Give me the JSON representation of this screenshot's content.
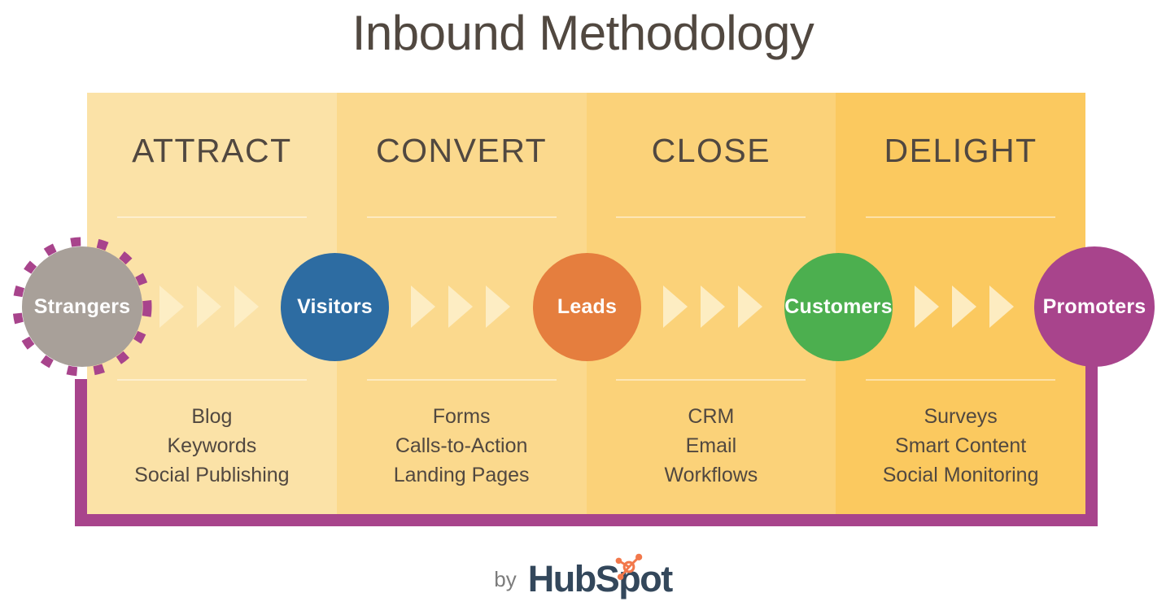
{
  "title": "Inbound Methodology",
  "colors": {
    "title_text": "#514840",
    "column_1": "#fbe2a7",
    "column_2": "#fbd98d",
    "column_3": "#fbd279",
    "column_4": "#fbc95f",
    "frame_purple": "#a8448c",
    "arrow_cream": "#fdeec6",
    "strangers": "#a8a099",
    "visitors": "#2d6ca2",
    "leads": "#e57e3e",
    "customers": "#4caf4f",
    "promoters": "#a8448c",
    "hubspot_navy": "#33475b",
    "hubspot_orange": "#f2784b"
  },
  "columns": [
    {
      "heading": "ATTRACT",
      "items": [
        "Blog",
        "Keywords",
        "Social Publishing"
      ]
    },
    {
      "heading": "CONVERT",
      "items": [
        "Forms",
        "Calls-to-Action",
        "Landing Pages"
      ]
    },
    {
      "heading": "CLOSE",
      "items": [
        "CRM",
        "Email",
        "Workflows"
      ]
    },
    {
      "heading": "DELIGHT",
      "items": [
        "Surveys",
        "Smart Content",
        "Social Monitoring"
      ]
    }
  ],
  "stages": [
    {
      "label": "Strangers",
      "color": "#a8a099",
      "dashed_ring": true
    },
    {
      "label": "Visitors",
      "color": "#2d6ca2",
      "dashed_ring": false
    },
    {
      "label": "Leads",
      "color": "#e57e3e",
      "dashed_ring": false
    },
    {
      "label": "Customers",
      "color": "#4caf4f",
      "dashed_ring": false
    },
    {
      "label": "Promoters",
      "color": "#a8448c",
      "dashed_ring": false
    }
  ],
  "arrow_groups": [
    {
      "count": 3
    },
    {
      "count": 3
    },
    {
      "count": 3
    },
    {
      "count": 3
    }
  ],
  "footer": {
    "by_label": "by",
    "brand": "HubSpot",
    "sprocket_icon": "hubspot-sprocket-icon"
  }
}
